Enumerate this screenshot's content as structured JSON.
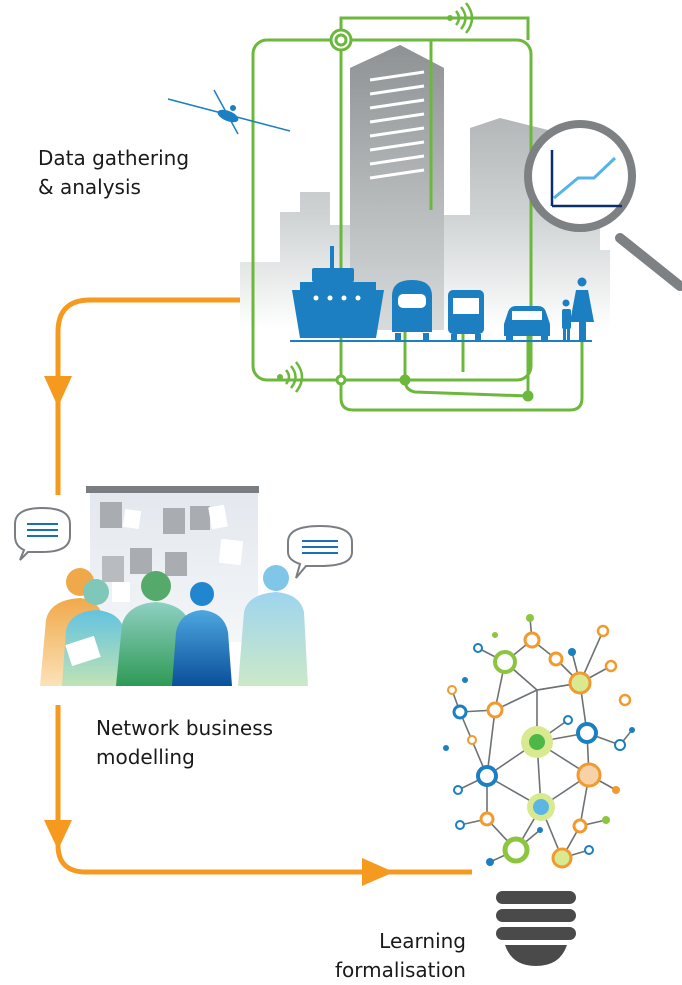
{
  "labels": {
    "data_gathering_line1": "Data gathering",
    "data_gathering_line2": "& analysis",
    "network_line1": "Network business",
    "network_line2": "modelling",
    "learning_line1": "Learning",
    "learning_line2": "formalisation"
  },
  "colors": {
    "orange_flow": "#f59a1e",
    "green_network": "#6cb83c",
    "blue_transport": "#1b7fc1",
    "city_grey": "#b8bcbe",
    "magnifier_ring": "#7d8184",
    "bulb_base": "#4a4a4a"
  },
  "icons": [
    "airplane-icon",
    "ship-icon",
    "train-icon",
    "bus-icon",
    "car-icon",
    "family-icon",
    "magnifier-icon",
    "wifi-signal-icon",
    "speech-bubble-icon",
    "lightbulb-icon"
  ]
}
